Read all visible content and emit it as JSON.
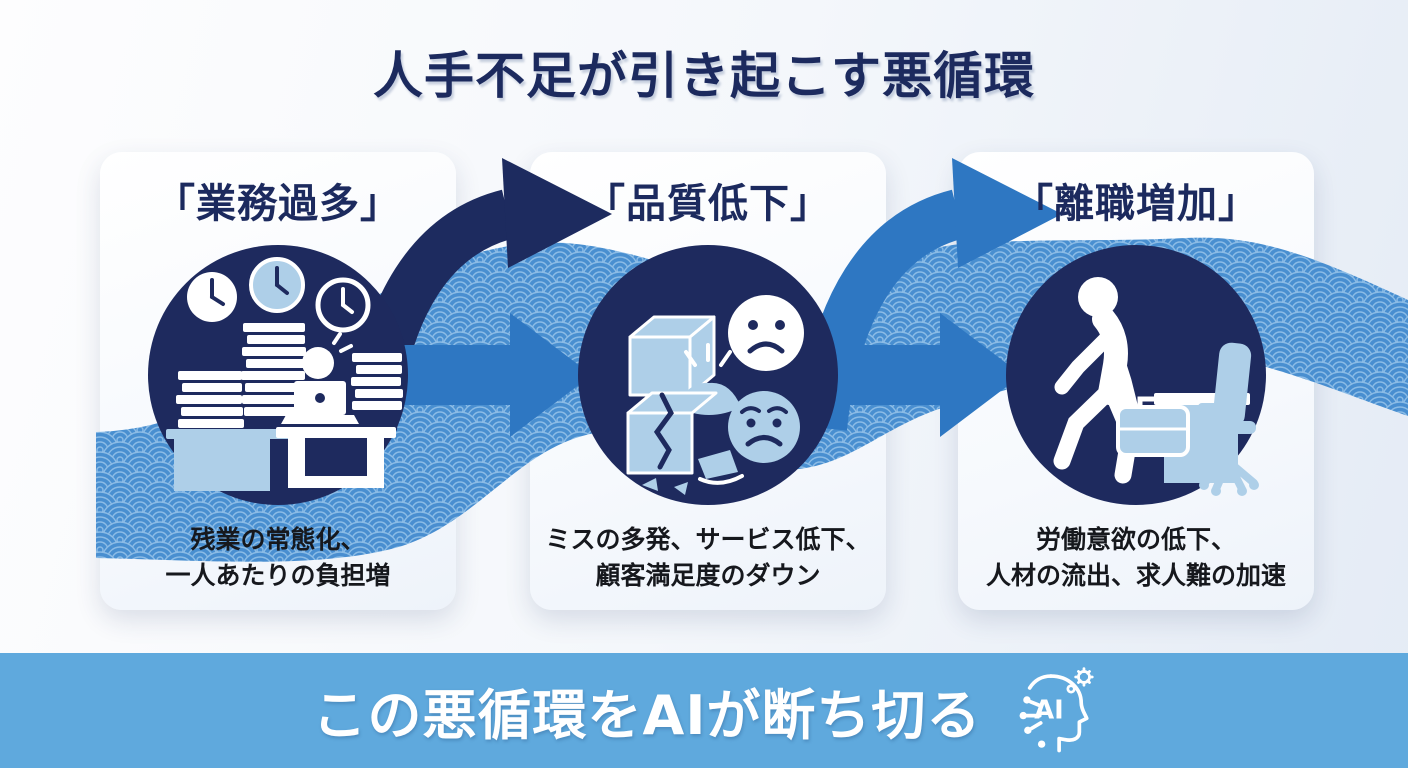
{
  "title": "人手不足が引き起こす悪循環",
  "cards": [
    {
      "heading": "「業務過多」",
      "icon": "overwork-desk-clocks-icon",
      "description_line1": "残業の常態化、",
      "description_line2": "一人あたりの負担増"
    },
    {
      "heading": "「品質低下」",
      "icon": "damaged-goods-sad-faces-icon",
      "description_line1": "ミスの多発、サービス低下、",
      "description_line2": "顧客満足度のダウン"
    },
    {
      "heading": "「離職増加」",
      "icon": "employee-leaving-desk-icon",
      "description_line1": "労働意欲の低下、",
      "description_line2": "人材の流出、求人難の加速"
    }
  ],
  "banner": {
    "text": "この悪循環をAIが断ち切る",
    "icon": "ai-head-circuit-icon"
  },
  "colors": {
    "navy": "#1e2a5e",
    "arrow_blue": "#2e77c2",
    "light_blue": "#aecfe8",
    "wave_blue": "#4089ce",
    "banner_blue": "#5fa9dd",
    "title_navy": "#1c2a5e",
    "text_dark": "#16181d",
    "card_bg": "#f8fafd"
  }
}
